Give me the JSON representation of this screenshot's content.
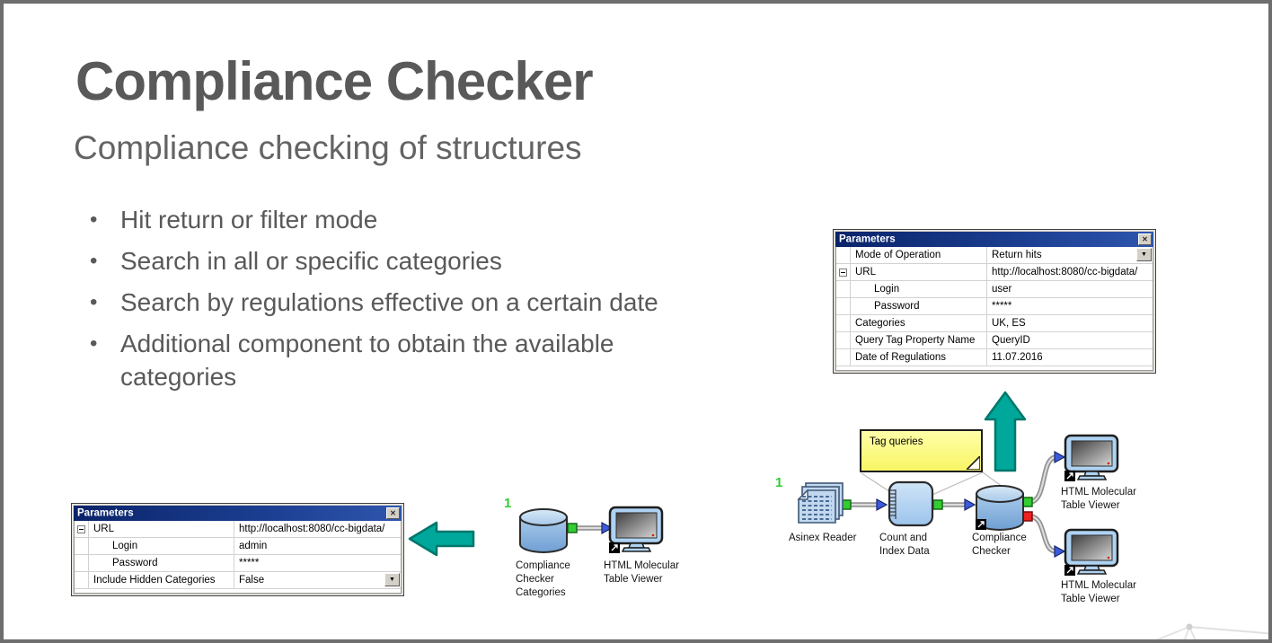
{
  "slide": {
    "title": "Compliance Checker",
    "subtitle": "Compliance checking of structures",
    "bullets": [
      "Hit return or filter mode",
      "Search in all or specific categories",
      "Search by regulations effective on a certain date",
      "Additional component to obtain the available categories"
    ]
  },
  "dialog_main": {
    "title": "Parameters",
    "rows": [
      {
        "label": "Mode of Operation",
        "value": "Return hits"
      },
      {
        "label": "URL",
        "value": "http://localhost:8080/cc-bigdata/"
      },
      {
        "label": "Login",
        "value": "user"
      },
      {
        "label": "Password",
        "value": "*****"
      },
      {
        "label": "Categories",
        "value": "UK, ES"
      },
      {
        "label": "Query Tag Property Name",
        "value": "QueryID"
      },
      {
        "label": "Date of Regulations",
        "value": "11.07.2016"
      }
    ]
  },
  "dialog_categories": {
    "title": "Parameters",
    "rows": [
      {
        "label": "URL",
        "value": "http://localhost:8080/cc-bigdata/"
      },
      {
        "label": "Login",
        "value": "admin"
      },
      {
        "label": "Password",
        "value": "*****"
      },
      {
        "label": "Include Hidden Categories",
        "value": "False"
      }
    ]
  },
  "workflow_right": {
    "badge": "1",
    "note": "Tag queries",
    "labels": {
      "asinex": "Asinex Reader",
      "count": "Count and\nIndex Data",
      "compliance": "Compliance\nChecker",
      "viewer_top": "HTML Molecular\nTable Viewer",
      "viewer_bottom": "HTML Molecular\nTable Viewer"
    }
  },
  "workflow_left": {
    "badge": "1",
    "labels": {
      "categories": "Compliance\nChecker\nCategories",
      "viewer": "HTML Molecular\nTable Viewer"
    }
  },
  "colors": {
    "accent_teal": "#00A79B",
    "accent_teal_dark": "#00776B",
    "port_green": "#33CC33",
    "port_red": "#EE2222",
    "note_yellow": "#F8F565",
    "heading_gray": "#595959",
    "titlebar_blue": "#0A246A"
  }
}
